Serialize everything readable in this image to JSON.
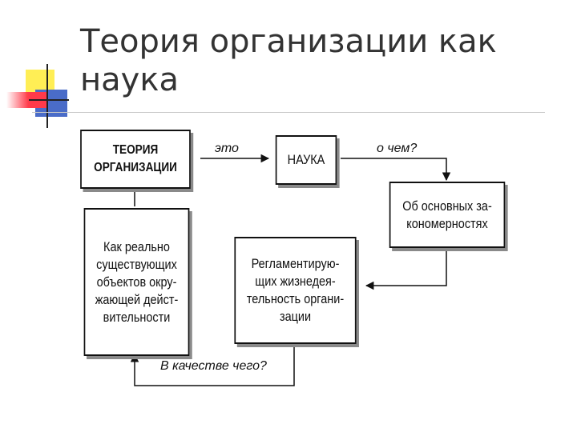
{
  "slide": {
    "title_line1": "Теория организации как",
    "title_line2": "наука"
  },
  "diagram": {
    "box_theory": "ТЕОРИЯ\nОРГАНИЗАЦИИ",
    "box_science": "НАУКА",
    "box_laws": "Об основных за-\nкономерностях",
    "box_regulating": "Регламентирую-\nщих жизнедея-\nтельность органи-\nзации",
    "box_reality": "Как реально\nсуществующих\nобъектов окру-\nжающей дейст-\nвительности",
    "label_this": "это",
    "label_about_what": "о чем?",
    "label_as_what": "В качестве чего?"
  }
}
